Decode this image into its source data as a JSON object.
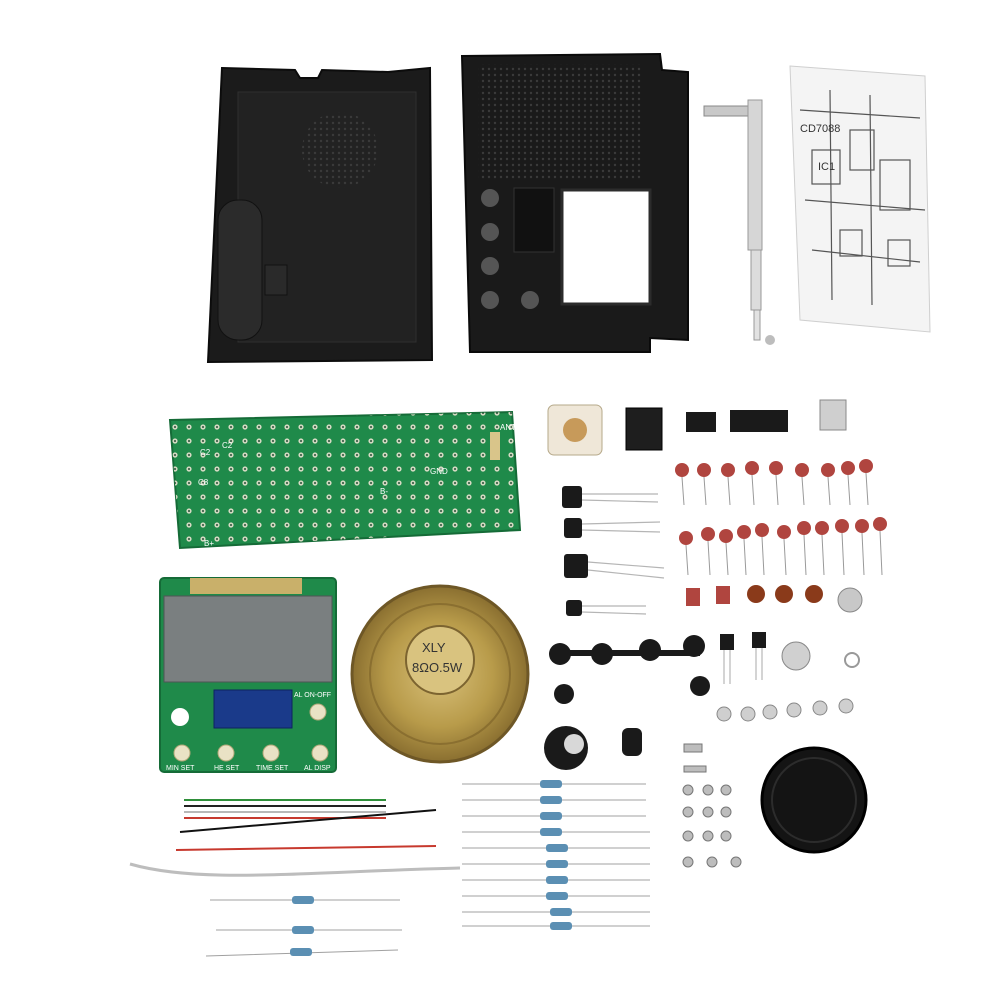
{
  "pcb_main": {
    "labels": [
      "C2",
      "C2",
      "C8",
      "B+",
      "ANT",
      "GND",
      "B-"
    ]
  },
  "display_board": {
    "labels": [
      "AL ON-OFF",
      "MIN SET",
      "HE SET",
      "TIME SET",
      "AL DISP"
    ]
  },
  "speaker": {
    "label_line1": "XLY",
    "label_line2": "8ΩO.5W"
  },
  "schematic": {
    "labels": [
      "CD7088",
      "IC1"
    ]
  },
  "colors": {
    "case_black": "#1a1a1a",
    "pcb_green": "#1f8a4a",
    "lcd_gray": "#7a7f80",
    "capacitor_red": "#b0453f",
    "speaker_gold": "#b89b4a"
  }
}
